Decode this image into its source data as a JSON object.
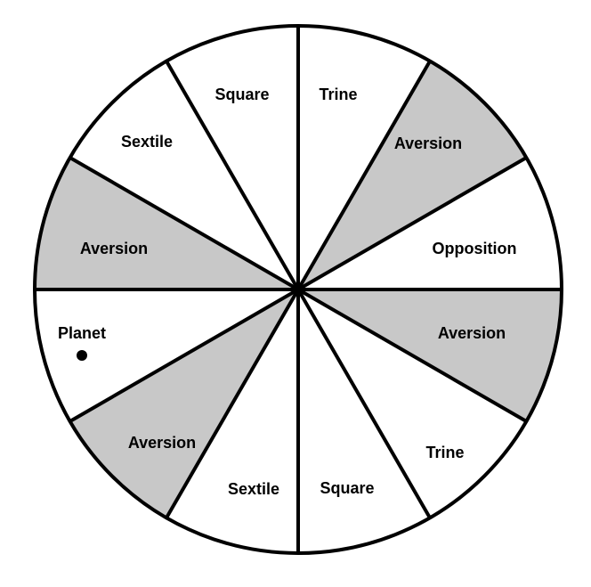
{
  "wheel": {
    "colors": {
      "aversion_fill": "#c8c8c8",
      "plain_fill": "#ffffff",
      "stroke": "#000000"
    },
    "sectors": [
      {
        "name": "sector-opposition",
        "label": "Opposition",
        "shaded": false
      },
      {
        "name": "sector-aversion-east-upper",
        "label": "Aversion",
        "shaded": true
      },
      {
        "name": "sector-trine-upper",
        "label": "Trine",
        "shaded": false
      },
      {
        "name": "sector-square-upper",
        "label": "Square",
        "shaded": false
      },
      {
        "name": "sector-sextile-upper",
        "label": "Sextile",
        "shaded": false
      },
      {
        "name": "sector-aversion-west-upper",
        "label": "Aversion",
        "shaded": true
      },
      {
        "name": "sector-planet",
        "label": "Planet",
        "shaded": false,
        "has_dot": true
      },
      {
        "name": "sector-aversion-west-lower",
        "label": "Aversion",
        "shaded": true
      },
      {
        "name": "sector-sextile-lower",
        "label": "Sextile",
        "shaded": false
      },
      {
        "name": "sector-square-lower",
        "label": "Square",
        "shaded": false
      },
      {
        "name": "sector-trine-lower",
        "label": "Trine",
        "shaded": false
      },
      {
        "name": "sector-aversion-east-lower",
        "label": "Aversion",
        "shaded": true
      }
    ]
  }
}
